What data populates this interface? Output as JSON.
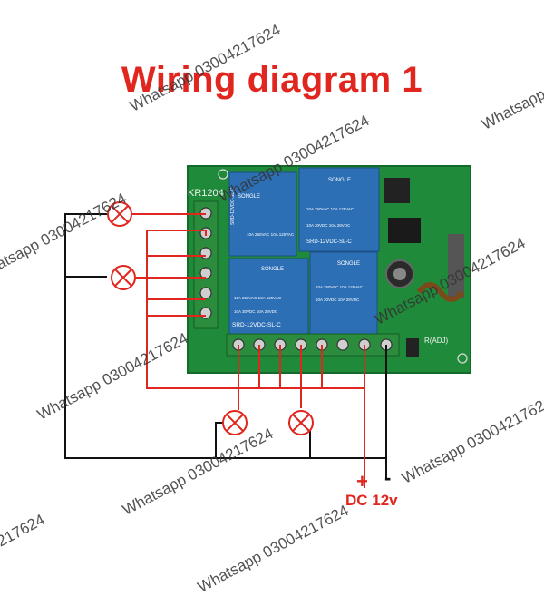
{
  "title": "Wiring diagram 1",
  "watermark": "Whatsapp 03004217624",
  "supply": {
    "plus": "+",
    "minus": "-",
    "label": "DC 12v"
  },
  "board": {
    "model_label": "KR1204",
    "antenna_label": "R(ADJ)",
    "color": "#1f8a3a"
  },
  "relay": {
    "brand": "SONGLE",
    "rating1": "10A 250VAC 10A 125VAC",
    "rating2": "10A 30VDC 10A 28VDC",
    "model": "SRD-12VDC-SL-C"
  },
  "colors": {
    "accent": "#e0261e",
    "relay": "#2d6fb5",
    "wire_black": "#111111",
    "terminal": "#2a8c3c"
  }
}
